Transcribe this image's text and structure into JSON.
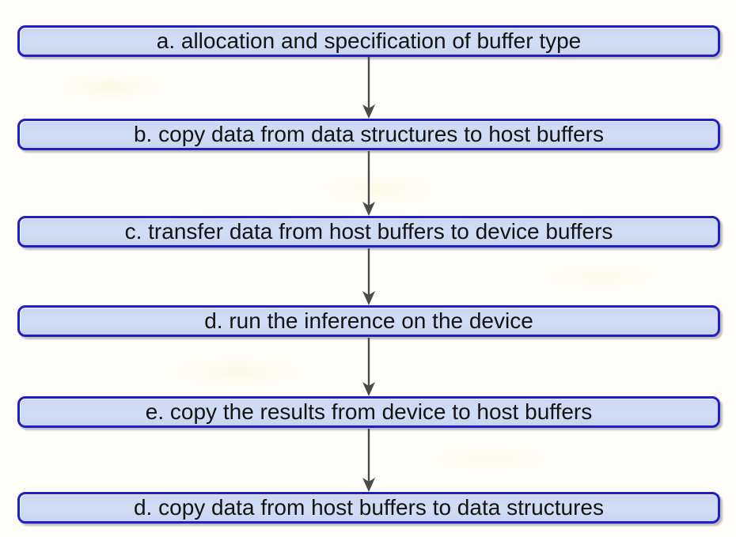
{
  "diagram": {
    "type": "flowchart",
    "orientation": "top-down",
    "steps": [
      {
        "id": "a",
        "label": "a. allocation and specification of buffer type"
      },
      {
        "id": "b",
        "label": "b. copy data from data structures to host buffers"
      },
      {
        "id": "c",
        "label": "c. transfer data from host buffers to device buffers"
      },
      {
        "id": "d",
        "label": "d. run the inference on the device"
      },
      {
        "id": "e",
        "label": "e. copy the results from device to host buffers"
      },
      {
        "id": "f",
        "label": "d. copy data from host buffers to data structures"
      }
    ],
    "connections": [
      {
        "from": "a",
        "to": "b"
      },
      {
        "from": "b",
        "to": "c"
      },
      {
        "from": "c",
        "to": "d"
      },
      {
        "from": "d",
        "to": "e"
      },
      {
        "from": "e",
        "to": "f"
      }
    ],
    "colors": {
      "box_fill": "#cdd9f3",
      "box_border": "#1f1fca",
      "arrow": "#4a4a4a",
      "text": "#131313",
      "background": "#fffefb"
    }
  }
}
